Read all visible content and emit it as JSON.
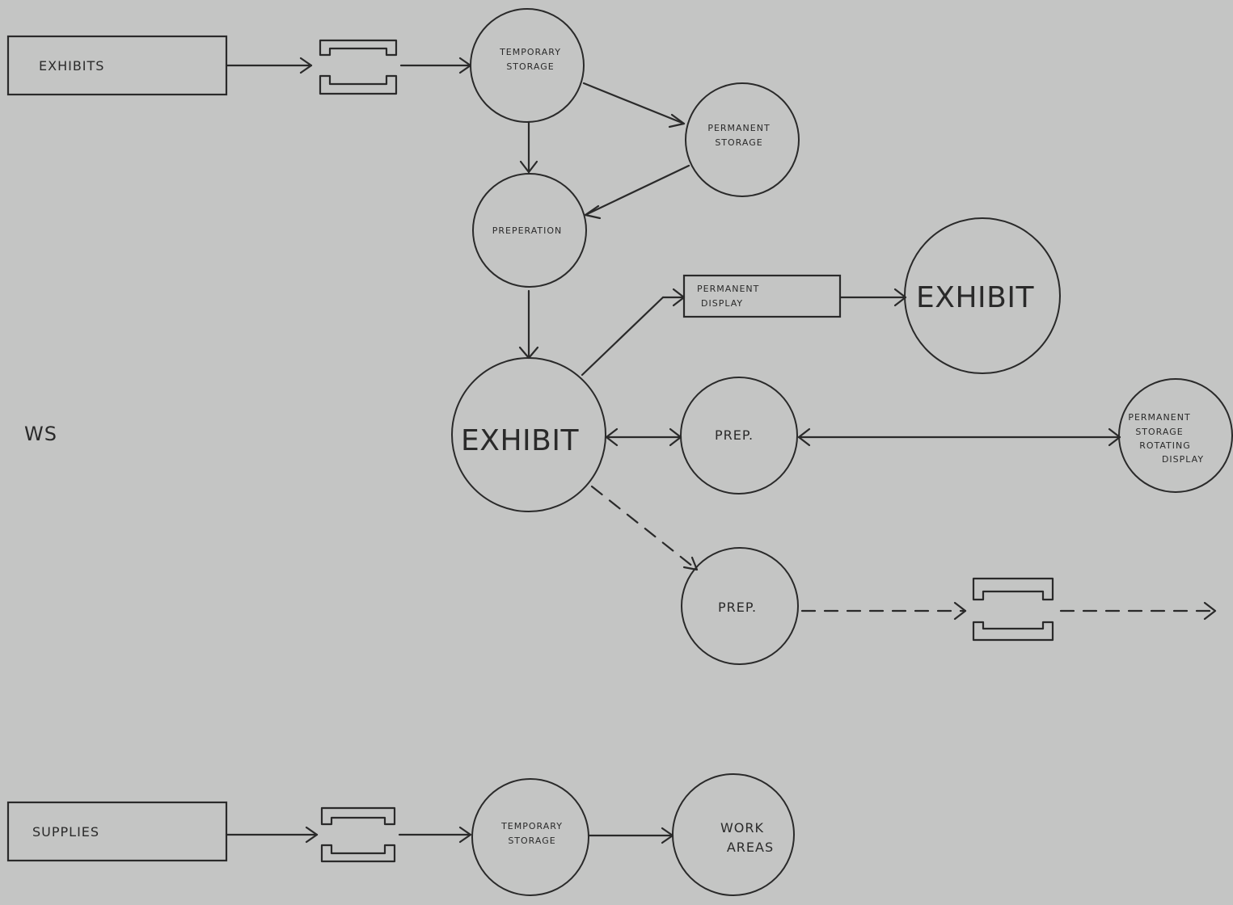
{
  "side_label": "WS",
  "boxes": {
    "exhibits": "EXHIBITS",
    "permanent_display": [
      "PERMANENT",
      "DISPLAY"
    ],
    "supplies": "SUPPLIES"
  },
  "nodes": {
    "temporary_storage_top": [
      "TEMPORARY",
      "STORAGE"
    ],
    "permanent_storage": [
      "PERMANENT",
      "STORAGE"
    ],
    "preperation": "PREPERATION",
    "exhibit_center": "EXHIBIT",
    "exhibit_right": "EXHIBIT",
    "prep_middle": "PREP.",
    "prep_lower": "PREP.",
    "permanent_storage_rotating": [
      "PERMANENT",
      "STORAGE",
      "ROTATING",
      "DISPLAY"
    ],
    "temporary_storage_bottom": [
      "TEMPORARY",
      "STORAGE"
    ],
    "work_areas": [
      "WORK",
      "AREAS"
    ]
  }
}
